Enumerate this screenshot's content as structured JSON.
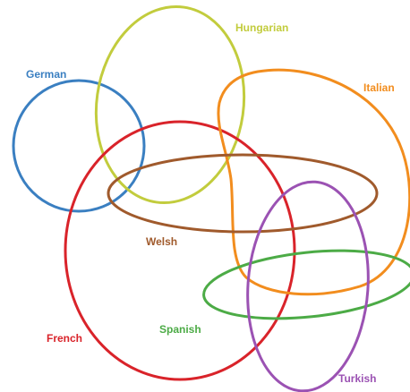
{
  "sets": [
    {
      "name": "German",
      "color": "#3a7fc1"
    },
    {
      "name": "Hungarian",
      "color": "#c2cc3d"
    },
    {
      "name": "Italian",
      "color": "#f28d1e"
    },
    {
      "name": "Welsh",
      "color": "#a05a2c"
    },
    {
      "name": "French",
      "color": "#d9232a"
    },
    {
      "name": "Spanish",
      "color": "#4cab46"
    },
    {
      "name": "Turkish",
      "color": "#9b52b3"
    }
  ]
}
